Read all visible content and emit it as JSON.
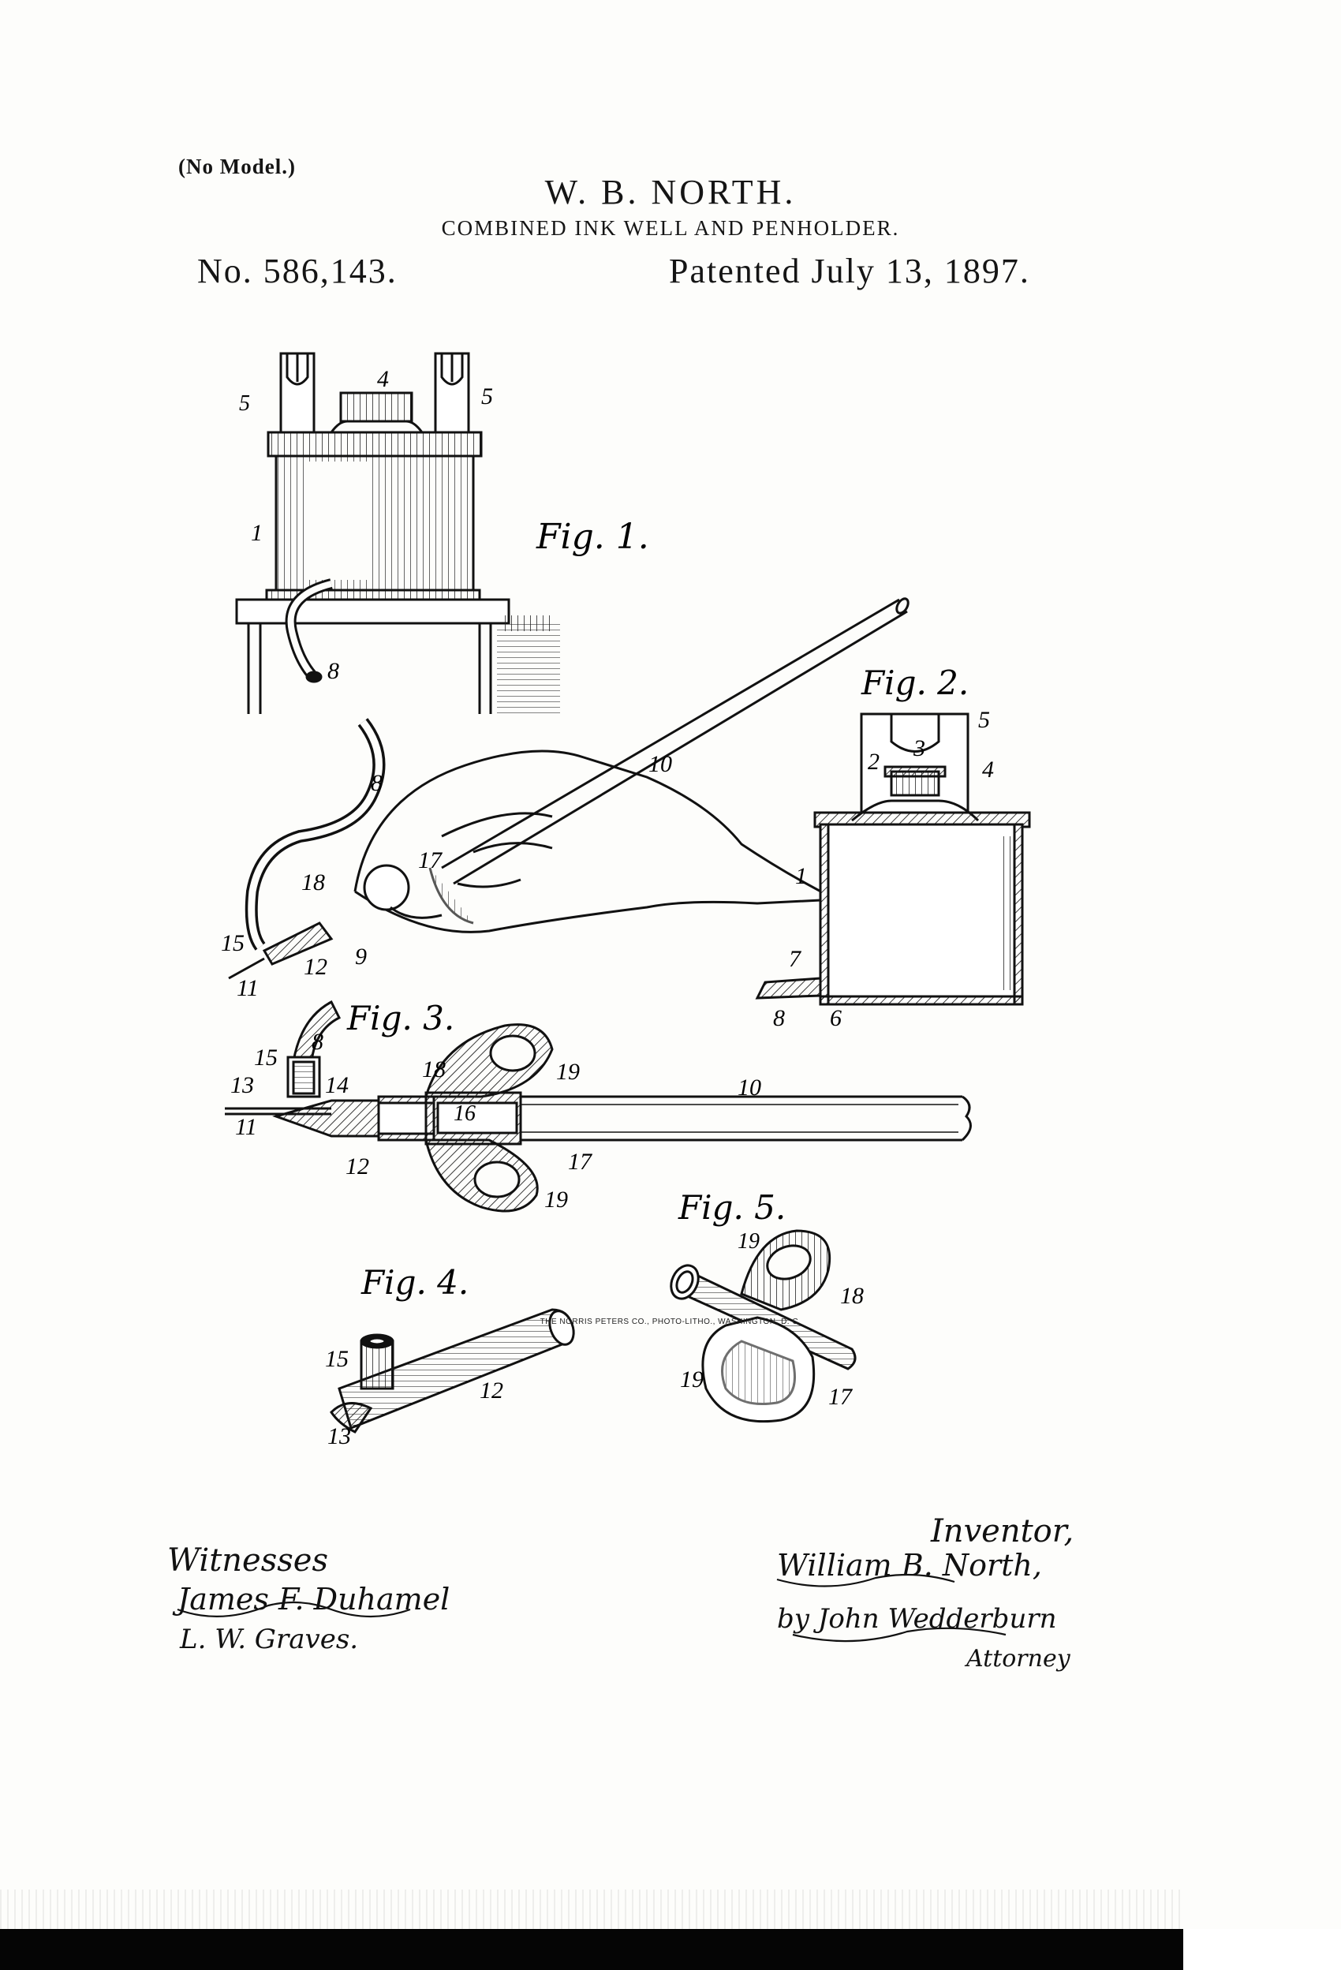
{
  "header": {
    "model_note": "(No Model.)",
    "inventor": "W. B. NORTH.",
    "title": "COMBINED INK WELL AND PENHOLDER.",
    "patent_number": "No. 586,143.",
    "patent_date": "Patented July 13, 1897."
  },
  "figures": [
    {
      "label": "Fig. 1."
    },
    {
      "label": "Fig. 2."
    },
    {
      "label": "Fig. 3."
    },
    {
      "label": "Fig. 4."
    },
    {
      "label": "Fig. 5."
    }
  ],
  "reference_numerals": {
    "fig1": [
      "5",
      "4",
      "5",
      "1",
      "8"
    ],
    "fig_hand": [
      "8",
      "10",
      "18",
      "17",
      "15",
      "12",
      "9",
      "11"
    ],
    "fig2": [
      "5",
      "2",
      "3",
      "4",
      "1",
      "7",
      "8",
      "6"
    ],
    "fig3": [
      "8",
      "15",
      "13",
      "14",
      "11",
      "18",
      "19",
      "16",
      "10",
      "12",
      "17",
      "19"
    ],
    "fig4": [
      "15",
      "12",
      "13"
    ],
    "fig5": [
      "19",
      "18",
      "19",
      "17"
    ]
  },
  "signatures": {
    "witnesses_label": "Witnesses",
    "witness_1": "James F. Duhamel",
    "witness_2": "L. W. Graves.",
    "inventor_label": "Inventor,",
    "inventor_name": "William B. North,",
    "attorney_by": "by John Wedderburn",
    "attorney_label": "Attorney"
  },
  "printer_note": "THE NORRIS PETERS CO., PHOTO-LITHO., WASHINGTON, D. C."
}
